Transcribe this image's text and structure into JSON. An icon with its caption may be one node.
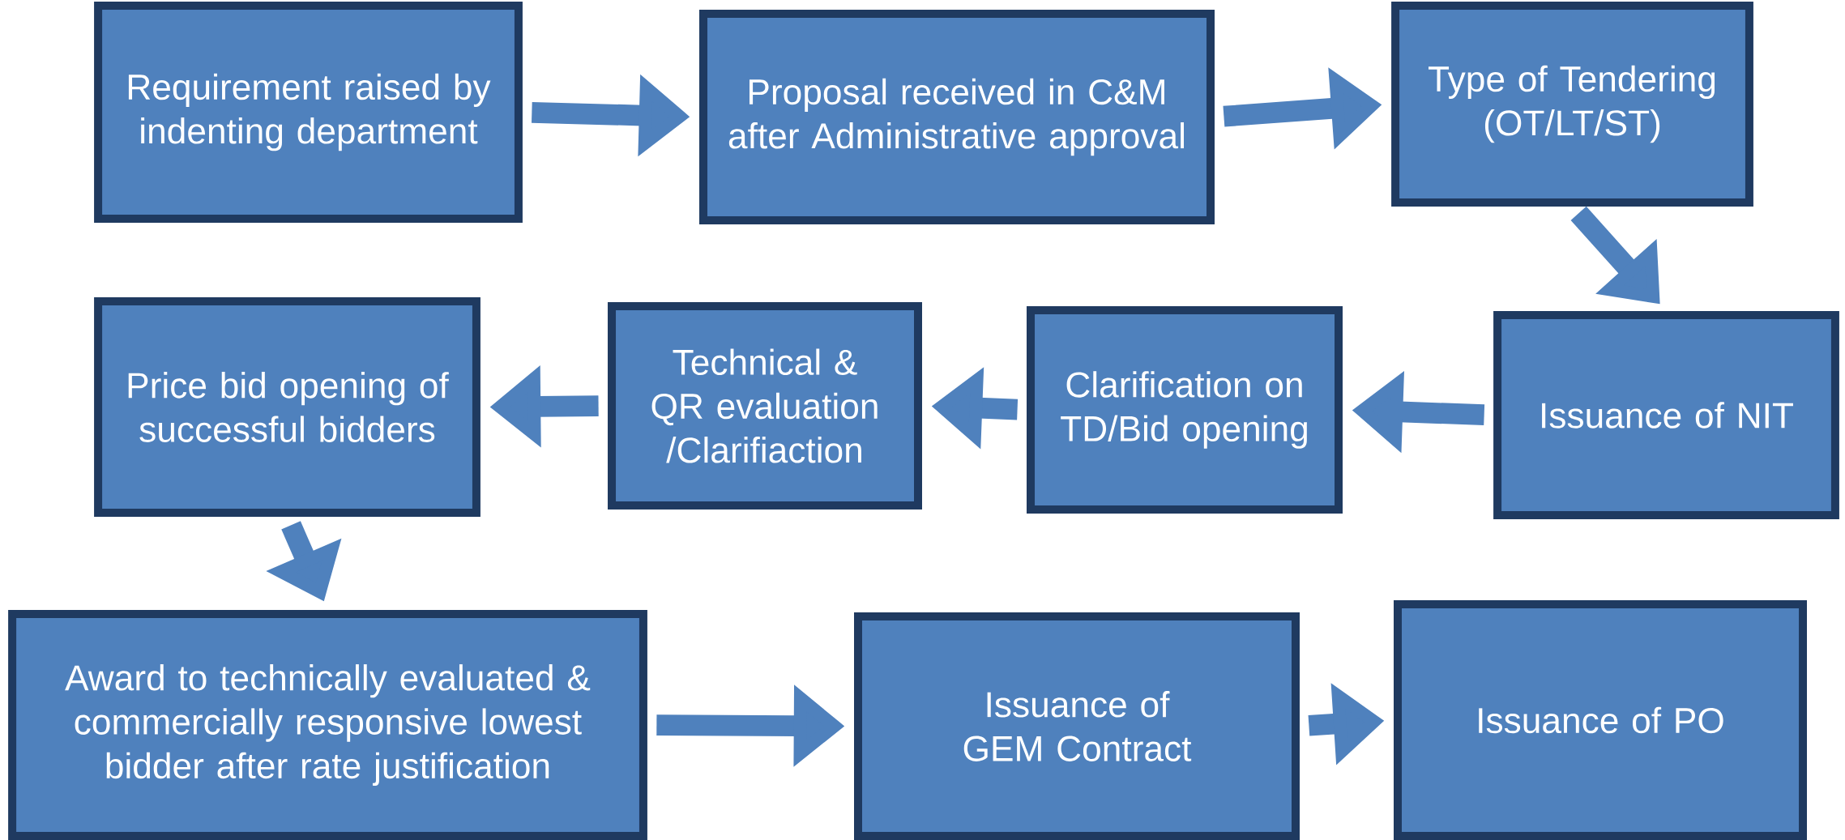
{
  "diagram": {
    "nodes": [
      {
        "text": [
          "Requirement raised by indenting department"
        ]
      },
      {
        "text": [
          "Proposal received in C&M after Administrative approval"
        ]
      },
      {
        "text": [
          "Type of Tendering (OT/LT/ST)"
        ]
      },
      {
        "text": [
          "Issuance of NIT"
        ]
      },
      {
        "text": [
          "Clarification on TD/Bid opening"
        ]
      },
      {
        "text": [
          "Technical & QR evaluation /Clarifiaction"
        ]
      },
      {
        "text": [
          "Price bid opening of successful bidders"
        ]
      },
      {
        "text": [
          "Award to technically evaluated & commercially responsive lowest bidder after rate justification"
        ]
      },
      {
        "text": [
          "Issuance of GEM Contract"
        ]
      },
      {
        "text": [
          "Issuance of PO"
        ]
      }
    ],
    "edges": [
      {
        "from": 0,
        "to": 1,
        "arrow": "to"
      },
      {
        "from": 1,
        "to": 2,
        "arrow": "to"
      },
      {
        "from": 2,
        "to": 3,
        "arrow": "to"
      },
      {
        "from": 3,
        "to": 4,
        "arrow": "to"
      },
      {
        "from": 4,
        "to": 5,
        "arrow": "to"
      },
      {
        "from": 5,
        "to": 6,
        "arrow": "to"
      },
      {
        "from": 6,
        "to": 7,
        "arrow": "to"
      },
      {
        "from": 7,
        "to": 8,
        "arrow": "to"
      },
      {
        "from": 8,
        "to": 9,
        "arrow": "to"
      }
    ]
  }
}
